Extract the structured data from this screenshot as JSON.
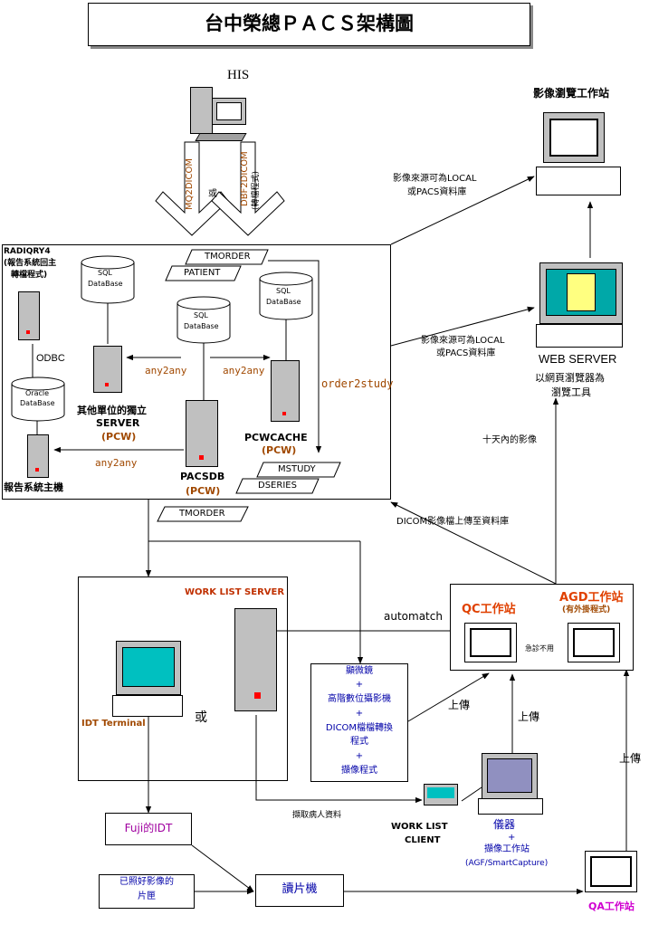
{
  "title": "台中榮總ＰＡＣＳ架構圖",
  "his": {
    "label": "HIS",
    "chevron_left": "MQ2DICOM",
    "chevron_or": "或",
    "chevron_right_1": "DBF2DICOM",
    "chevron_right_2": "(轉檔程式)"
  },
  "viewer_ws": {
    "label": "影像瀏覽工作站"
  },
  "web_server": {
    "label": "WEB SERVER",
    "note_1": "以網頁瀏覽器為",
    "note_2": "瀏覽工具",
    "top_note_1": "影像來源可為LOCAL",
    "top_note_2": "或PACS資料庫",
    "mid_note_1": "影像來源可為LOCAL",
    "mid_note_2": "或PACS資料庫",
    "ten_days": "十天內的影像"
  },
  "pacs_box": {
    "radiqry_1": "RADIQRY4",
    "radiqry_2": "(報告系統回主",
    "radiqry_3": "轉檔程式)",
    "odbc": "ODBC",
    "oracle_1": "Oracle",
    "oracle_2": "DataBase",
    "report_host": "報告系統主機",
    "sql_1": "SQL",
    "sql_2": "DataBase",
    "tmorder": "TMORDER",
    "patient": "PATIENT",
    "other_unit_1": "其他單位的獨立",
    "other_unit_2": "SERVER",
    "pcw": "(PCW)",
    "any2any": "any2any",
    "pacsdb": "PACSDB",
    "pcwcache": "PCWCACHE",
    "order2study": "order2study",
    "mstudy": "MSTUDY",
    "dseries": "DSERIES"
  },
  "below_pacs": {
    "tmorder": "TMORDER",
    "dicom_upload": "DICOM影像檔上傳至資料庫"
  },
  "worklist": {
    "server_label": "WORK LIST SERVER",
    "idt_terminal": "IDT Terminal",
    "or": "或",
    "automatch": "automatch",
    "fetch_patient": "擷取病人資料",
    "client_1": "WORK LIST",
    "client_2": "CLIENT"
  },
  "devices_box": {
    "line1": "顯微鏡",
    "plus": "+",
    "line2": "高階數位攝影機",
    "line3": "DICOM檔檔轉換",
    "line4": "程式",
    "line5": "擷像程式"
  },
  "qc": {
    "qc_label": "QC工作站",
    "agd_label": "AGD工作站",
    "agd_sub": "(有外掛程式)",
    "emergency": "急診不用"
  },
  "uploads": {
    "up1": "上傳",
    "up2": "上傳",
    "up3": "上傳"
  },
  "instrument": {
    "label": "儀器",
    "plus": "+",
    "line2": "擷像工作站",
    "line3": "(AGF/SmartCapture)"
  },
  "fuji": {
    "label": "Fuji的IDT"
  },
  "film": {
    "line1": "已照好影像的",
    "line2": "片匣"
  },
  "reader": {
    "label": "讀片機"
  },
  "qa": {
    "label": "QA工作站"
  }
}
